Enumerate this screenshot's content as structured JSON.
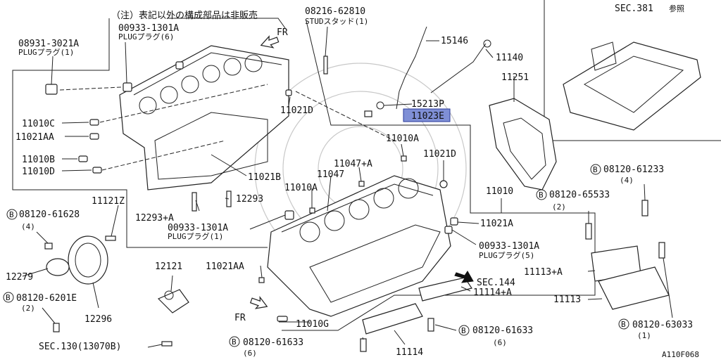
{
  "labels": {
    "note": "（注）表記以外の構成部品は非販売",
    "stud_num": "08216-62810",
    "stud_name": "STUDスタッド(1)",
    "plug_a_num": "08931-3021A",
    "plug_a_name": "PLUGプラグ(1)",
    "plug_b_num": "00933-1301A",
    "plug_b_name": "PLUGプラグ(6)",
    "fr_top": "FR",
    "p15146": "15146",
    "p11140": "11140",
    "p15213p": "15213P",
    "p11023e": "11023E",
    "p11251": "11251",
    "sec381": "SEC.381",
    "sec381_ref": "参照",
    "p11010c": "11010C",
    "p11021aa_top": "11021AA",
    "p11010b": "11010B",
    "p11010d": "11010D",
    "p11021d_top": "11021D",
    "p11021b": "11021B",
    "p11010a_top": "11010A",
    "p11021d_mid": "11021D",
    "p11047a": "11047+A",
    "p11047": "11047",
    "p11010a_mid": "11010A",
    "p12293": "12293",
    "p12293a": "12293+A",
    "p11121z": "11121Z",
    "b_61628": "08120-61628",
    "q_61628": "(4)",
    "plug_c_num": "00933-1301A",
    "plug_c_name": "PLUGプラグ(1)",
    "p11010": "11010",
    "p11021a": "11021A",
    "plug_d_num": "00933-1301A",
    "plug_d_name": "PLUGプラグ(5)",
    "b_61233": "08120-61233",
    "q_61233": "(4)",
    "b_65533": "08120-65533",
    "q_65533": "(2)",
    "p12279": "12279",
    "p12121": "12121",
    "p11021aa_bot": "11021AA",
    "sec144": "SEC.144",
    "p11114a": "11114+A",
    "p11113a": "11113+A",
    "p11113": "11113",
    "b_6201e": "08120-6201E",
    "q_6201e": "(2)",
    "p12296": "12296",
    "fr_bot": "FR",
    "p11010g": "11010G",
    "b_61633_r": "08120-61633",
    "q_61633_r": "(6)",
    "b_63033": "08120-63033",
    "q_63033": "(1)",
    "sec130": "SEC.130(13070B)",
    "b_61633_b": "08120-61633",
    "q_61633_b": "(6)",
    "p11114": "11114",
    "figure_code": "A110F068",
    "bolt_mark": "B"
  },
  "icons": [
    "bolt-circle-b-icon",
    "arrow-fr-icon",
    "arrow-sec144-icon"
  ],
  "colors": {
    "highlight_fill": "#7f8fd6",
    "highlight_stroke": "#2a3a9a"
  }
}
